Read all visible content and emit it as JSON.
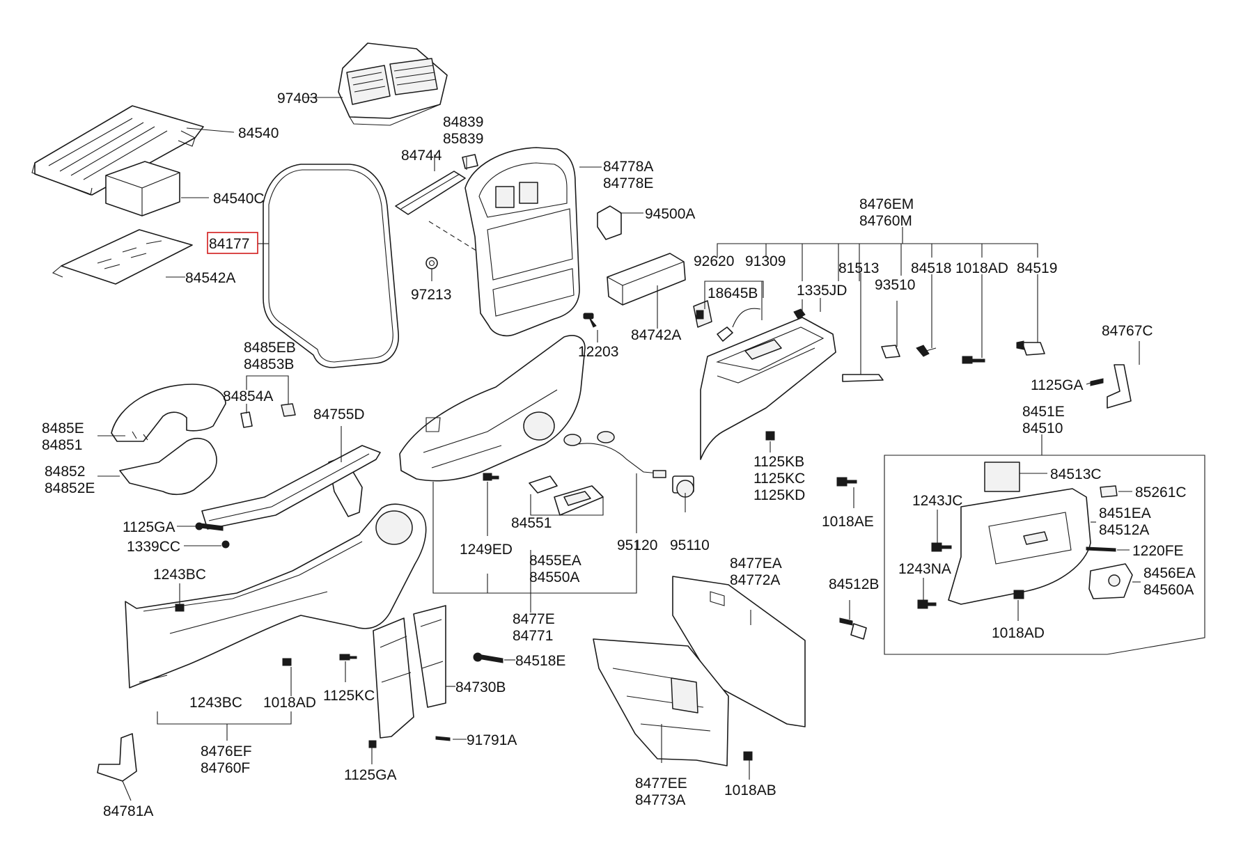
{
  "diagram": {
    "highlight_color": "#d11a1a",
    "line_color": "#1a1a1a",
    "labels": {
      "l97403": "97403",
      "l84540": "84540",
      "l84540C": "84540C",
      "l84542A": "84542A",
      "l84177": "84177",
      "l84839": "84839",
      "l85839": "85839",
      "l84744": "84744",
      "l84778A": "84778A",
      "l84778E": "84778E",
      "l94500A": "94500A",
      "l97213": "97213",
      "l12203": "12203",
      "l84742A": "84742A",
      "l8476EM": "8476EM",
      "l84760M": "84760M",
      "l92620": "92620",
      "l91309": "91309",
      "l81513": "81513",
      "l84518": "84518",
      "l1018AD_top": "1018AD",
      "l84519": "84519",
      "l18645B": "18645B",
      "l1335JD": "1335JD",
      "l93510": "93510",
      "l84767C": "84767C",
      "l1125GA_r": "1125GA",
      "l8451E": "8451E",
      "l84510": "84510",
      "l84513C": "84513C",
      "l85261C": "85261C",
      "l1243JC": "1243JC",
      "l8451EA": "8451EA",
      "l84512A": "84512A",
      "l1220FE": "1220FE",
      "l1243NA": "1243NA",
      "l8456EA": "8456EA",
      "l84560A": "84560A",
      "l1018AD_r": "1018AD",
      "l1125KB": "1125KB",
      "l1125KC_r": "1125KC",
      "l1125KD": "1125KD",
      "l1018AE": "1018AE",
      "l84512B": "84512B",
      "l8485EB": "8485EB",
      "l84853B": "84853B",
      "l84854A": "84854A",
      "l84755D": "84755D",
      "l8485E": "8485E",
      "l84851": "84851",
      "l84852": "84852",
      "l84852E": "84852E",
      "l1125GA_l": "1125GA",
      "l1339CC": "1339CC",
      "l1243BC_l": "1243BC",
      "l1249ED": "1249ED",
      "l84551": "84551",
      "l8455EA": "8455EA",
      "l84550A": "84550A",
      "l95120": "95120",
      "l95110": "95110",
      "l8477E": "8477E",
      "l84771": "84771",
      "l8477EA": "8477EA",
      "l84772A": "84772A",
      "l84518E": "84518E",
      "l84730B": "84730B",
      "l1125KC_b": "1125KC",
      "l1243BC_b": "1243BC",
      "l1018AD_b": "1018AD",
      "l8476EF": "8476EF",
      "l84760F": "84760F",
      "l91791A": "91791A",
      "l1125GA_b": "1125GA",
      "l84781A": "84781A",
      "l8477EE": "8477EE",
      "l84773A": "84773A",
      "l1018AB": "1018AB"
    }
  }
}
